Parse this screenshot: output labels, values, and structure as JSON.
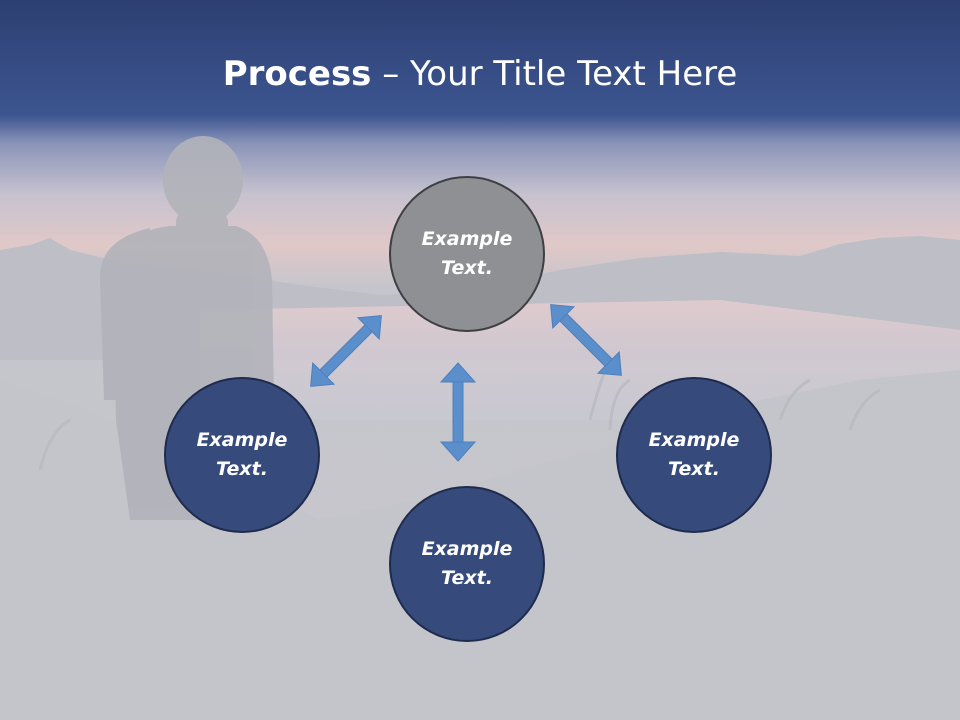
{
  "title": {
    "bold": "Process",
    "rest": " – Your Title Text Here"
  },
  "nodes": {
    "top": "Example\nText.",
    "left": "Example\nText.",
    "right": "Example\nText.",
    "bottom": "Example\nText."
  },
  "colors": {
    "header": "#344a82",
    "node_dark": "#364a7c",
    "node_center": "#8f9093",
    "arrow": "#5b8fcb"
  },
  "icons": [
    "double-arrow-icon"
  ]
}
